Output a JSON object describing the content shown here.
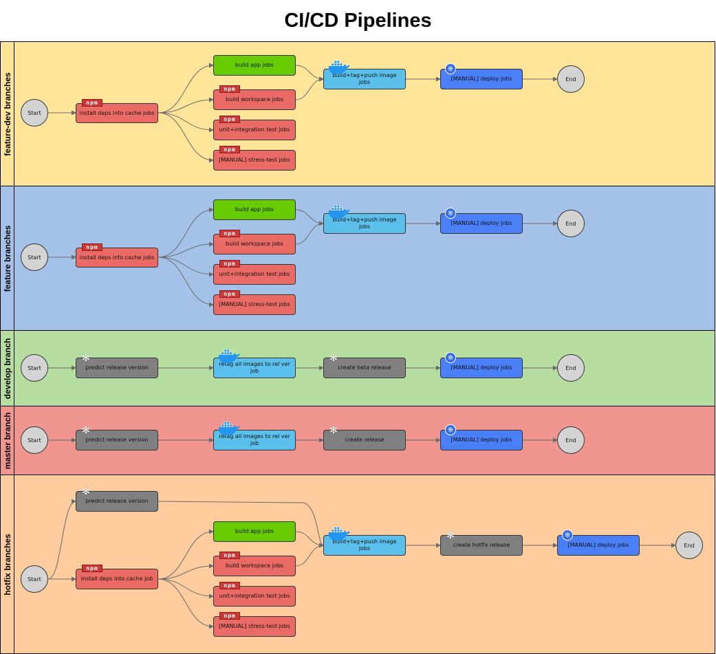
{
  "title": "CI/CD Pipelines",
  "colors": {
    "lane_feature_dev": "#ffe599",
    "lane_feature": "#a4c2e8",
    "lane_develop": "#b6dea0",
    "lane_master": "#f0958f",
    "lane_hotfix": "#fecc9d",
    "npm_job": "#ea6b66",
    "build_app": "#66cc00",
    "docker_job": "#5bc0eb",
    "k8s_job": "#4a7ff7",
    "gray_job": "#808080",
    "endpoint": "#d4d4d4",
    "edge": "#6b6b6b"
  },
  "icons": {
    "npm": "npm",
    "docker": "docker-whale",
    "kubernetes": "⎈",
    "release": "✻"
  },
  "lanes": [
    {
      "label": "feature-dev branches",
      "start": "Start",
      "end": "End",
      "install": "install deps into cache jobs",
      "build_app": "build app jobs",
      "build_workspace": "build workspace jobs",
      "tests": "unit+integration test jobs",
      "stress": "[MANUAL] stress-test jobs",
      "image": "build+tag+push image jobs",
      "deploy": "[MANUAL] deploy jobs"
    },
    {
      "label": "feature branches",
      "start": "Start",
      "end": "End",
      "install": "install deps into cache jobs",
      "build_app": "build app jobs",
      "build_workspace": "build workspace jobs",
      "tests": "unit+integration test jobs",
      "stress": "[MANUAL] stress-test jobs",
      "image": "build+tag+push image jobs",
      "deploy": "[MANUAL] deploy jobs"
    },
    {
      "label": "develop branch",
      "start": "Start",
      "end": "End",
      "predict": "predict release version",
      "retag": "retag all images to rel ver job",
      "release": "create beta release",
      "deploy": "[MANUAL] deploy jobs"
    },
    {
      "label": "master branch",
      "start": "Start",
      "end": "End",
      "predict": "predict release version",
      "retag": "retag all images to rel ver job",
      "release": "create release",
      "deploy": "[MANUAL] deploy jobs"
    },
    {
      "label": "hotfix branches",
      "start": "Start",
      "end": "End",
      "predict": "predict release version",
      "install": "install deps into cache job",
      "build_app": "build app jobs",
      "build_workspace": "build workspace jobs",
      "tests": "unit+integration test jobs",
      "stress": "[MANUAL] stress-test jobs",
      "image": "build+tag+push image jobs",
      "release": "create hotfix release",
      "deploy": "[MANUAL] deploy jobs"
    }
  ]
}
